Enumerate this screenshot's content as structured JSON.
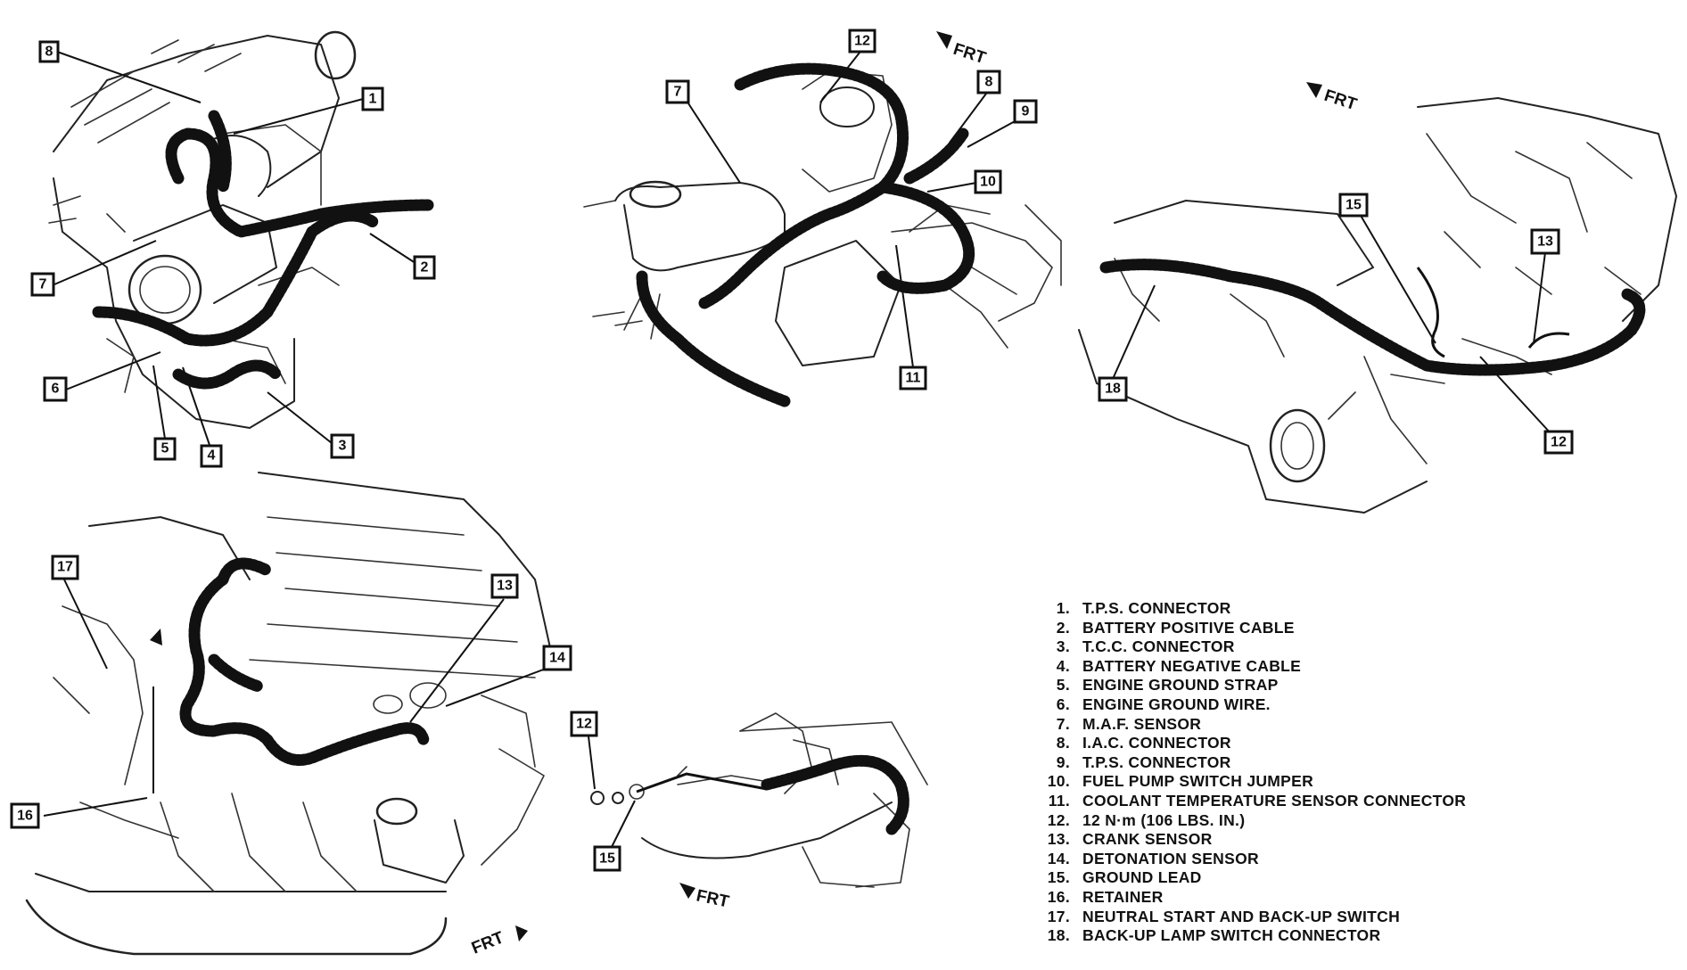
{
  "front_marker": "FRT",
  "callouts": {
    "v1": [
      "8",
      "1",
      "7",
      "2",
      "6",
      "5",
      "4",
      "3"
    ],
    "v2": [
      "12",
      "7",
      "8",
      "9",
      "10",
      "11"
    ],
    "v3": [
      "15",
      "13",
      "18",
      "12"
    ],
    "v4": [
      "17",
      "13",
      "14",
      "16"
    ],
    "v5": [
      "12",
      "15"
    ]
  },
  "legend": [
    {
      "num": "1.",
      "text": "T.P.S. CONNECTOR"
    },
    {
      "num": "2.",
      "text": "BATTERY POSITIVE CABLE"
    },
    {
      "num": "3.",
      "text": "T.C.C. CONNECTOR"
    },
    {
      "num": "4.",
      "text": "BATTERY NEGATIVE CABLE"
    },
    {
      "num": "5.",
      "text": "ENGINE GROUND STRAP"
    },
    {
      "num": "6.",
      "text": "ENGINE GROUND WIRE."
    },
    {
      "num": "7.",
      "text": "M.A.F. SENSOR"
    },
    {
      "num": "8.",
      "text": "I.A.C. CONNECTOR"
    },
    {
      "num": "9.",
      "text": "T.P.S. CONNECTOR"
    },
    {
      "num": "10.",
      "text": "FUEL PUMP SWITCH JUMPER"
    },
    {
      "num": "11.",
      "text": "COOLANT TEMPERATURE SENSOR CONNECTOR"
    },
    {
      "num": "12.",
      "text": "12 N·m (106 LBS. IN.)"
    },
    {
      "num": "13.",
      "text": "CRANK SENSOR"
    },
    {
      "num": "14.",
      "text": "DETONATION SENSOR"
    },
    {
      "num": "15.",
      "text": "GROUND LEAD"
    },
    {
      "num": "16.",
      "text": "RETAINER"
    },
    {
      "num": "17.",
      "text": "NEUTRAL START AND BACK-UP SWITCH"
    },
    {
      "num": "18.",
      "text": "BACK-UP LAMP SWITCH CONNECTOR"
    }
  ]
}
